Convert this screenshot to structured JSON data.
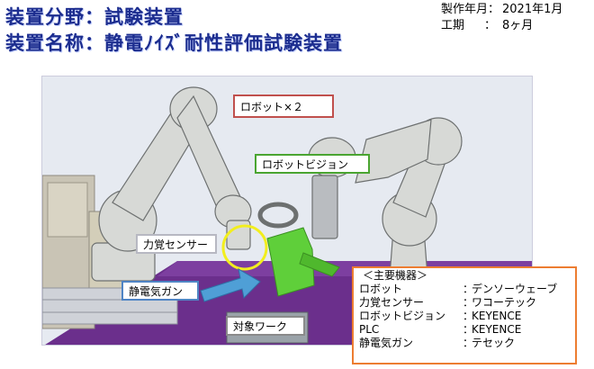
{
  "header": {
    "field_label": "装置分野：試験装置",
    "name_label": "装置名称：静電ﾉｲｽﾞ耐性評価試験装置",
    "meta": [
      {
        "label": "製作年月",
        "sep": "：",
        "value": "2021年1月"
      },
      {
        "label": "工期",
        "sep": "：",
        "value": "8ヶ月"
      }
    ]
  },
  "callouts": {
    "robots": "ロボット×２",
    "vision": "ロボットビジョン",
    "force_sensor": "力覚センサー",
    "esd_gun": "静電気ガン",
    "workpiece": "対象ワーク"
  },
  "equipment": {
    "heading": "＜主要機器＞",
    "rows": [
      {
        "name": "ロボット",
        "maker": "デンソーウェーブ"
      },
      {
        "name": "力覚センサー",
        "maker": "ワコーテック"
      },
      {
        "name": "ロボットビジョン",
        "maker": "KEYENCE"
      },
      {
        "name": "PLC",
        "maker": "KEYENCE"
      },
      {
        "name": "静電気ガン",
        "maker": "テセック"
      }
    ]
  },
  "colors": {
    "title": "#1c2d8f",
    "robot_callout": "#c0504d",
    "vision_callout": "#4aa531",
    "gun_callout": "#4f84c4",
    "equipment_border": "#ed7d31",
    "sensor_ring": "#f2ee1e",
    "gun_block": "#5fcf3a",
    "gun_arrow": "#4f9fd6",
    "floor_mat": "#6b2f8c"
  }
}
